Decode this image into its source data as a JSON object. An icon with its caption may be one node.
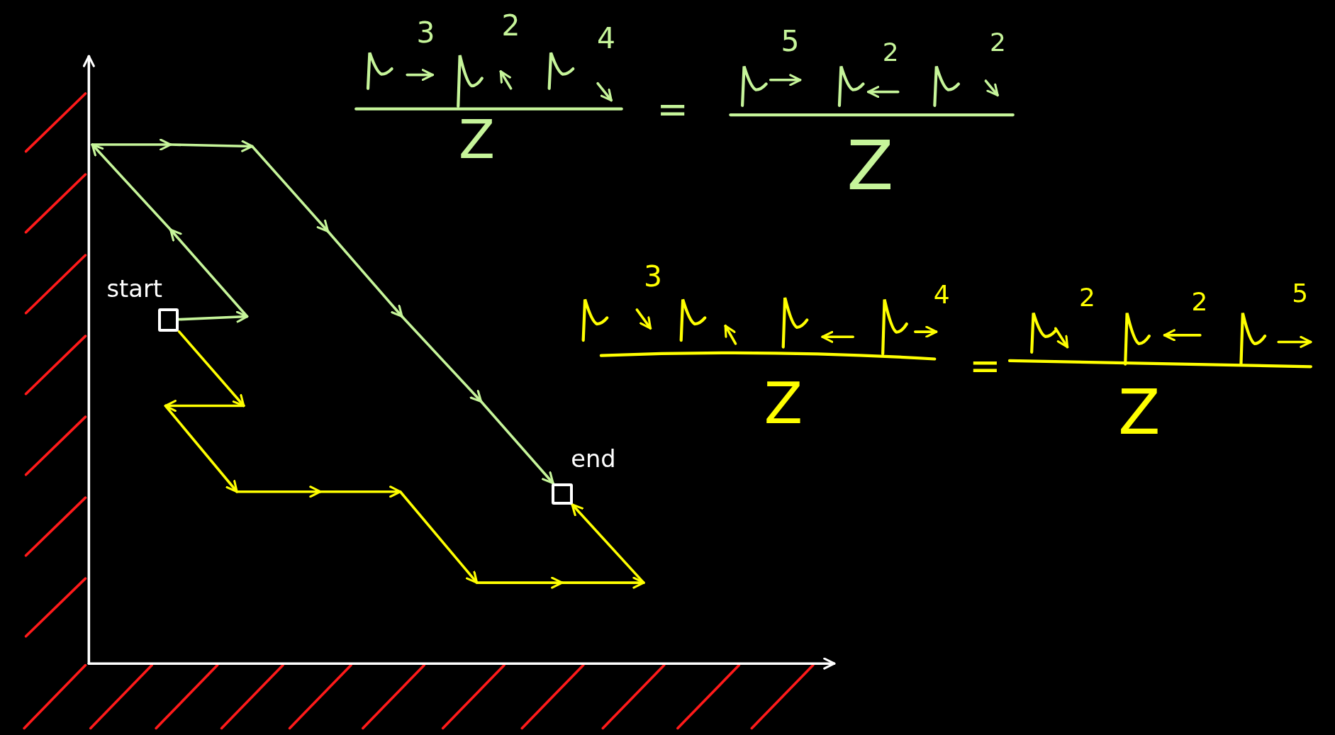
{
  "diagram": {
    "nodes": [
      {
        "text": [],
        "shape": "box",
        "beside": [
          "start"
        ]
      },
      {
        "text": [],
        "shape": "box",
        "beside": [
          "end"
        ]
      }
    ],
    "edges": [
      {
        "from": 0,
        "to": 1,
        "arrow": "to",
        "color": "#c6f59a"
      },
      {
        "from": 0,
        "to": 1,
        "arrow": "to",
        "color": "#ffff00"
      }
    ],
    "labels": [
      "3",
      "2",
      "4",
      "5",
      "2",
      "2",
      "=",
      "Z",
      "Z",
      "3",
      "4",
      "2",
      "2",
      "5",
      "=",
      "Z",
      "Z"
    ]
  }
}
